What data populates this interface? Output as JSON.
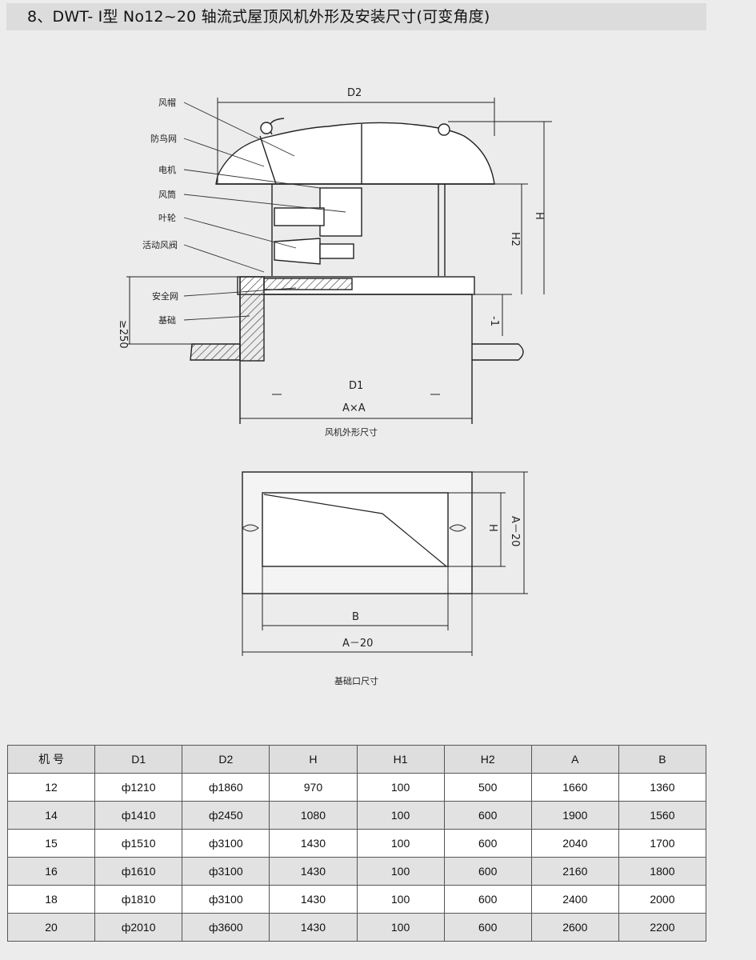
{
  "title": "8、DWT- Ⅰ型 No12~20 轴流式屋顶风机外形及安装尺寸(可变角度)",
  "fan_drawing": {
    "labels": [
      "风帽",
      "防鸟网",
      "电机",
      "风筒",
      "叶轮",
      "活动风阀",
      "安全网",
      "基础"
    ],
    "dims": {
      "D2": "D2",
      "H": "H",
      "H2": "H2",
      "H1": "-1",
      "base_height": "≥250",
      "D1": "D1",
      "AxA": "A×A"
    },
    "caption": "风机外形尺寸"
  },
  "opening_drawing": {
    "dims": {
      "B": "B",
      "A20_h": "A－20",
      "H": "H",
      "A20_v": "A－20"
    },
    "caption": "基础口尺寸"
  },
  "table": {
    "headers": [
      "机 号",
      "D1",
      "D2",
      "H",
      "H1",
      "H2",
      "A",
      "B"
    ],
    "rows": [
      [
        "12",
        "ф1210",
        "ф1860",
        "970",
        "100",
        "500",
        "1660",
        "1360"
      ],
      [
        "14",
        "ф1410",
        "ф2450",
        "1080",
        "100",
        "600",
        "1900",
        "1560"
      ],
      [
        "15",
        "ф1510",
        "ф3100",
        "1430",
        "100",
        "600",
        "2040",
        "1700"
      ],
      [
        "16",
        "ф1610",
        "ф3100",
        "1430",
        "100",
        "600",
        "2160",
        "1800"
      ],
      [
        "18",
        "ф1810",
        "ф3100",
        "1430",
        "100",
        "600",
        "2400",
        "2000"
      ],
      [
        "20",
        "ф2010",
        "ф3600",
        "1430",
        "100",
        "600",
        "2600",
        "2200"
      ]
    ]
  }
}
